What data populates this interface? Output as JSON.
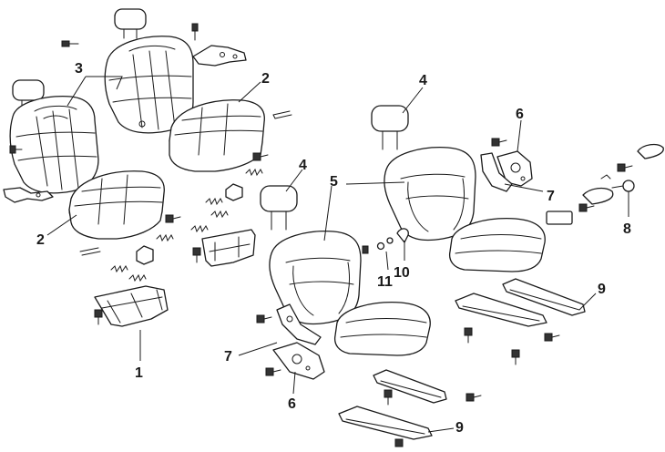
{
  "callouts": [
    {
      "id": "c-1",
      "text": "1"
    },
    {
      "id": "c-2a",
      "text": "2"
    },
    {
      "id": "c-2b",
      "text": "2"
    },
    {
      "id": "c-3",
      "text": "3"
    },
    {
      "id": "c-4a",
      "text": "4"
    },
    {
      "id": "c-4b",
      "text": "4"
    },
    {
      "id": "c-5",
      "text": "5"
    },
    {
      "id": "c-6a",
      "text": "6"
    },
    {
      "id": "c-6b",
      "text": "6"
    },
    {
      "id": "c-7a",
      "text": "7"
    },
    {
      "id": "c-7b",
      "text": "7"
    },
    {
      "id": "c-8",
      "text": "8"
    },
    {
      "id": "c-9a",
      "text": "9"
    },
    {
      "id": "c-9b",
      "text": "9"
    },
    {
      "id": "c-10",
      "text": "10"
    },
    {
      "id": "c-11",
      "text": "11"
    }
  ]
}
